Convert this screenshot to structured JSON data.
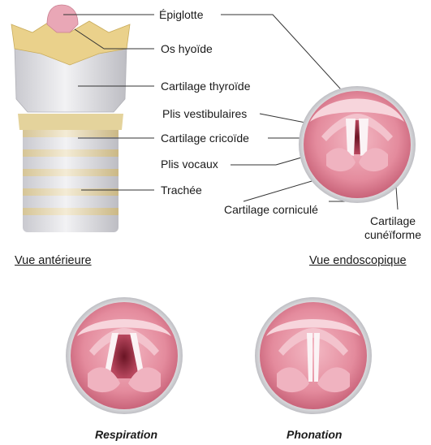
{
  "labels": {
    "epiglotte": "Épiglotte",
    "os_hyoide": "Os hyoïde",
    "cartilage_thyroide": "Cartilage thyroïde",
    "plis_vestibulaires": "Plis vestibulaires",
    "cartilage_cricoide": "Cartilage cricoïde",
    "plis_vocaux": "Plis vocaux",
    "trachee": "Trachée",
    "cartilage_cornicule": "Cartilage corniculé",
    "cartilage_cuneiforme_1": "Cartilage",
    "cartilage_cuneiforme_2": "cunéïforme"
  },
  "views": {
    "anterior": "Vue antérieure",
    "endoscopic": "Vue endoscopique"
  },
  "captions": {
    "respiration": "Respiration",
    "phonation": "Phonation"
  },
  "colors": {
    "mucosa": "#e58fa0",
    "fold": "#f6e2e6",
    "cartilage_yellow": "#e9d08a",
    "cartilage_grey": "#d9d9dd",
    "leader_line": "#333333"
  }
}
